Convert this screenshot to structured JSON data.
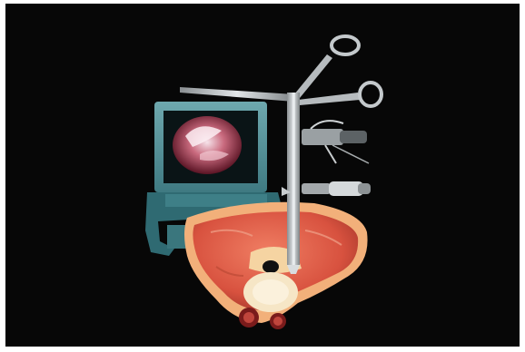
{
  "image": {
    "background_color": "#070707",
    "frame_color": "#ffffff",
    "subjects": {
      "monitor": {
        "icon": "endoscopy-monitor",
        "casing_color": "#5f9aa0",
        "screen_image": "endoscopic-view"
      },
      "instrument": {
        "icon": "endoscopic-retractor-instrument",
        "metal_color": "#b9bec0"
      },
      "anatomy": {
        "icon": "spinal-cross-section",
        "muscle_color": "#e0654f",
        "fat_color": "#f2b07a",
        "bone_color": "#f4e0b8"
      }
    }
  }
}
